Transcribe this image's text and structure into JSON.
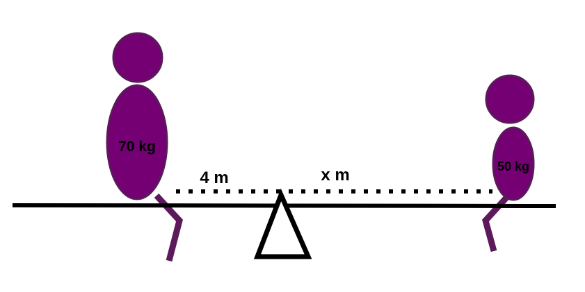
{
  "figures": {
    "left": {
      "mass_label": "70 kg"
    },
    "right": {
      "mass_label": "50 kg"
    }
  },
  "distances": {
    "left_label": "4 m",
    "right_label": "x m"
  },
  "colors": {
    "body": "#740074",
    "body_outline": "#5a1a5a",
    "legs": "#5c1a5c",
    "beam": "#000000",
    "fulcrum_fill": "#ffffff",
    "fulcrum_stroke": "#000000"
  }
}
